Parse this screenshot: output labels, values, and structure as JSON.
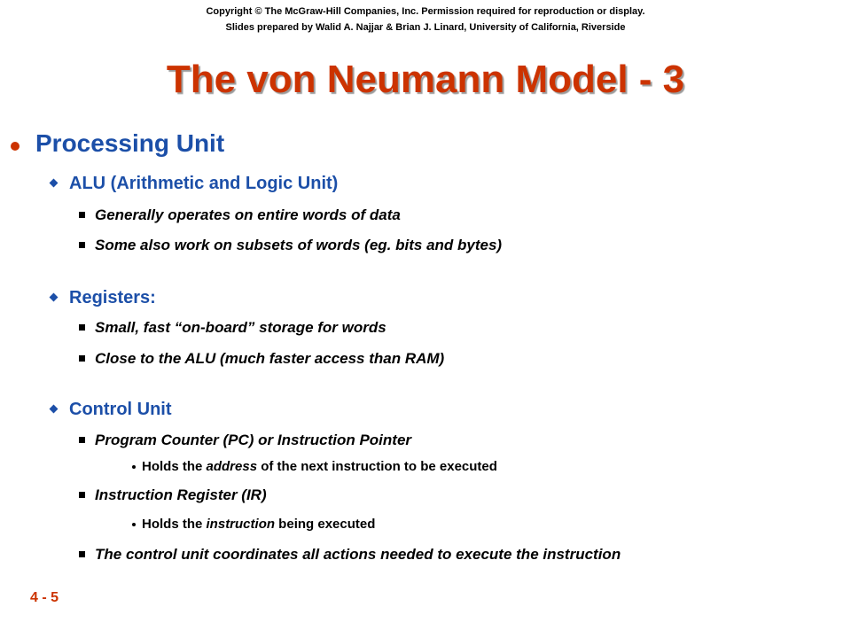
{
  "header": {
    "copyright_line1": "Copyright © The McGraw-Hill Companies, Inc. Permission required for reproduction or display.",
    "copyright_line2": "Slides prepared by Walid A. Najjar & Brian J. Linard, University of California, Riverside"
  },
  "slide": {
    "title": "The von Neumann Model - 3",
    "page_number": "4 - 5"
  },
  "content": {
    "heading": "Processing Unit",
    "alu": {
      "label": "ALU (Arithmetic and Logic Unit)",
      "points": [
        "Generally operates on entire words of data",
        "Some also work on subsets of words (eg. bits and bytes)"
      ]
    },
    "registers": {
      "label": "Registers:",
      "points": [
        "Small, fast “on-board” storage for words",
        "Close to the ALU (much faster access than RAM)"
      ]
    },
    "control_unit": {
      "label": "Control Unit",
      "pc": {
        "label": "Program Counter (PC) or Instruction Pointer",
        "detail_pre": "Holds the ",
        "detail_em": "address",
        "detail_post": " of the next instruction to be executed"
      },
      "ir": {
        "label": "Instruction Register (IR)",
        "detail_pre": "Holds the ",
        "detail_em": "instruction",
        "detail_post": " being executed"
      },
      "coordination": "The control unit coordinates all actions needed to execute the instruction"
    }
  },
  "colors": {
    "title": "#cc3300",
    "heading": "#1c4fa8",
    "bullet_level1": "#cc3300",
    "bullet_level2": "#1c4fa8",
    "body_text": "#000000"
  },
  "icons": {
    "level1": "round-bullet-icon",
    "level2": "diamond-bullet-icon",
    "level3": "square-bullet-icon",
    "level4": "small-dot-bullet-icon"
  }
}
